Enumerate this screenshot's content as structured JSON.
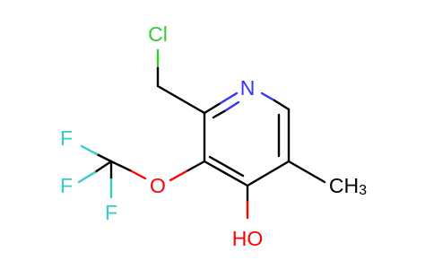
{
  "molecule": {
    "atoms": {
      "cl": "Cl",
      "n": "N",
      "o": "O",
      "f1": "F",
      "f2": "F",
      "f3": "F",
      "ch3_c": "CH",
      "ch3_sub": "3",
      "oh": "HO"
    },
    "colors": {
      "carbon_bond": "#000000",
      "chlorine": "#33cc33",
      "nitrogen": "#3333ff",
      "oxygen": "#ff0000",
      "fluorine": "#33cccc"
    }
  }
}
